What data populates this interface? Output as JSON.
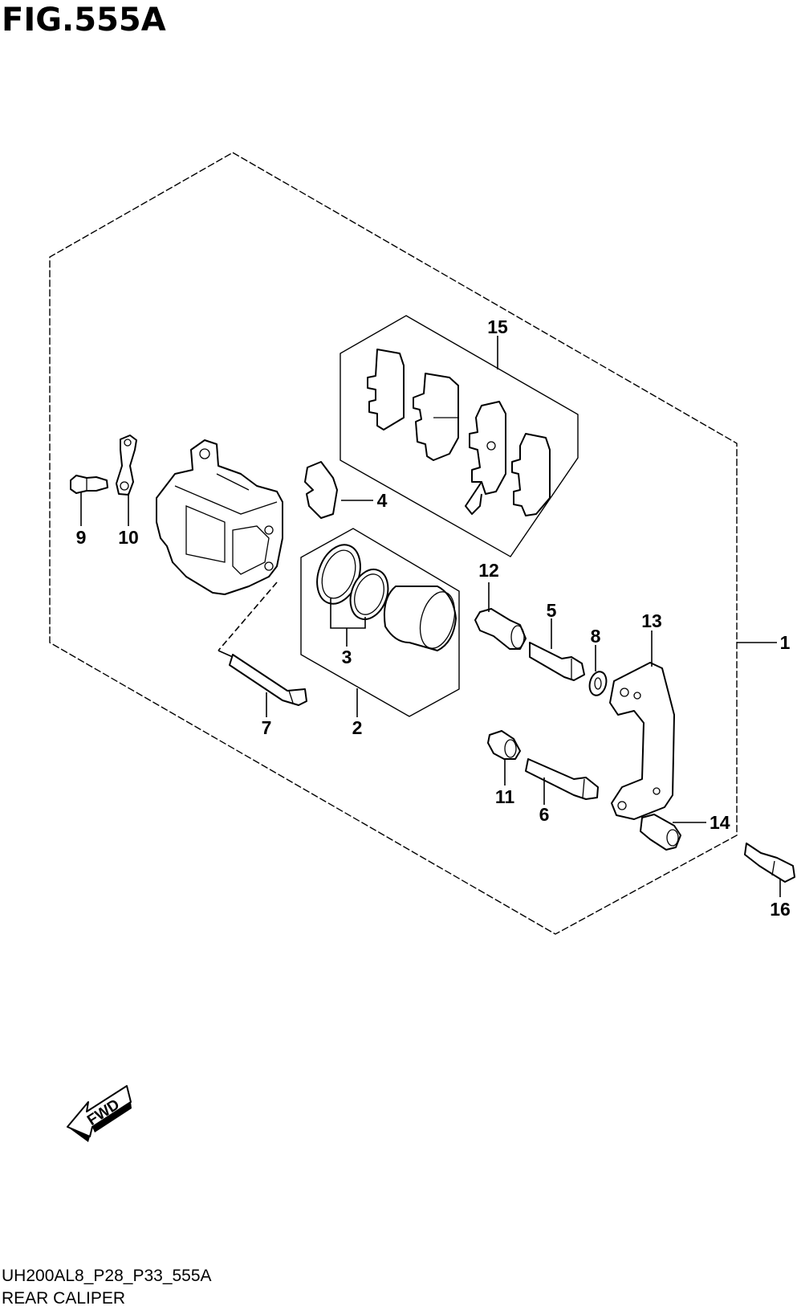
{
  "figure": {
    "title": "FIG.555A",
    "code": "UH200AL8_P28_P33_555A",
    "caption": "REAR CALIPER",
    "fwd_label": "FWD"
  },
  "callouts": [
    "1",
    "2",
    "3",
    "4",
    "5",
    "6",
    "7",
    "8",
    "9",
    "10",
    "11",
    "12",
    "13",
    "14",
    "15",
    "16"
  ]
}
